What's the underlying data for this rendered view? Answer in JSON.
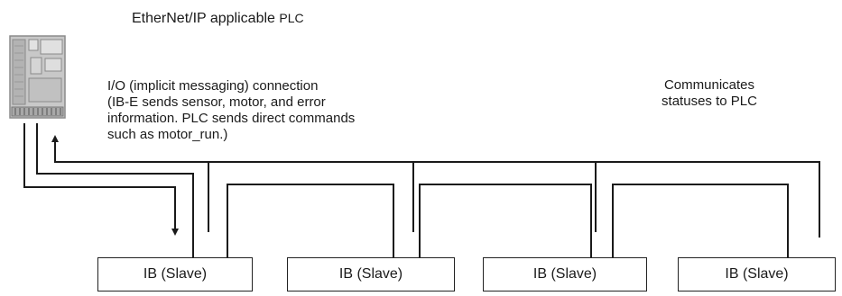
{
  "plc": {
    "title_main": "EtherNet/IP applicable ",
    "title_suffix": "PLC",
    "icon": "plc-device-icon"
  },
  "io_connection": {
    "lines": [
      "I/O (implicit messaging) connection",
      "(IB-E sends sensor, motor, and error",
      "information.  PLC sends direct commands",
      "such as motor_run.)"
    ]
  },
  "communicates": {
    "lines": [
      "Communicates",
      "statuses to PLC"
    ]
  },
  "slaves": [
    {
      "label": "IB (Slave)"
    },
    {
      "label": "IB (Slave)"
    },
    {
      "label": "IB (Slave)"
    },
    {
      "label": "IB (Slave)"
    }
  ]
}
